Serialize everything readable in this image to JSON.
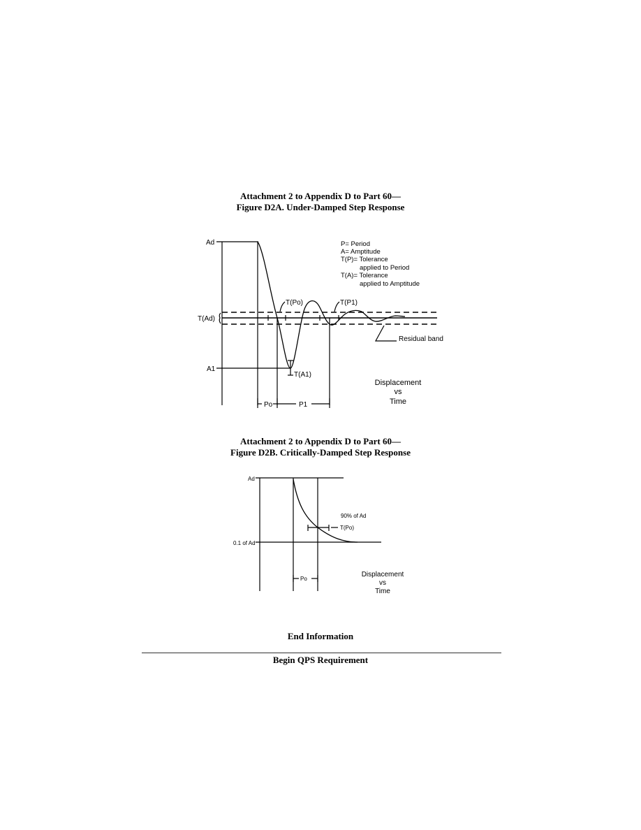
{
  "figure_a": {
    "title_line1": "Attachment 2 to Appendix D to Part 60—",
    "title_line2": "Figure D2A.  Under-Damped Step Response",
    "labels": {
      "ad": "Ad",
      "tad": "T(Ad)",
      "a1": "A1",
      "tpo": "T(Po)",
      "tp1": "T(P1)",
      "ta1": "T(A1)",
      "residual": "Residual band",
      "po": "Po",
      "p1": "P1"
    },
    "legend": [
      "P= Period",
      "A= Amptitude",
      "T(P)= Tolerance",
      "applied to Period",
      "T(A)= Tolerance",
      "applied to Amptitude"
    ],
    "caption": [
      "Displacement",
      "vs",
      "Time"
    ]
  },
  "figure_b": {
    "title_line1": "Attachment 2 to Appendix D to Part 60—",
    "title_line2": "Figure D2B. Critically-Damped Step Response",
    "labels": {
      "ad": "Ad",
      "tenth": "0.1 of Ad",
      "ninety": "90% of Ad",
      "tpo": "T(Po)",
      "po": "Po"
    },
    "caption": [
      "Displacement",
      "vs",
      "Time"
    ]
  },
  "footer": {
    "end": "End Information",
    "begin": "Begin QPS Requirement"
  }
}
